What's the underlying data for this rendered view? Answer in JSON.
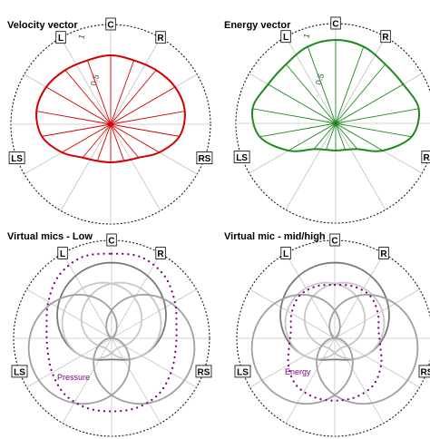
{
  "chart_data": [
    {
      "type": "polar",
      "title": "Velocity vector",
      "speakers": [
        {
          "label": "C",
          "angle_deg": 0
        },
        {
          "label": "L",
          "angle_deg": -30
        },
        {
          "label": "R",
          "angle_deg": 30
        },
        {
          "label": "LS",
          "angle_deg": -110
        },
        {
          "label": "RS",
          "angle_deg": 110
        }
      ],
      "radial_ticks": [
        0.5,
        1.0
      ],
      "rlim": [
        0,
        1.1
      ],
      "series": [
        {
          "color": "#d40000",
          "angle_deg": [
            0,
            20,
            40,
            60,
            80,
            100,
            120,
            140,
            160,
            180,
            200,
            220,
            240,
            260,
            280,
            300,
            320,
            340
          ],
          "magnitude": [
            0.76,
            0.75,
            0.78,
            0.82,
            0.83,
            0.77,
            0.62,
            0.48,
            0.43,
            0.42,
            0.43,
            0.48,
            0.62,
            0.77,
            0.83,
            0.82,
            0.78,
            0.75
          ]
        }
      ]
    },
    {
      "type": "polar",
      "title": "Energy vector",
      "speakers": [
        {
          "label": "C",
          "angle_deg": 0
        },
        {
          "label": "L",
          "angle_deg": -30
        },
        {
          "label": "R",
          "angle_deg": 30
        },
        {
          "label": "LS",
          "angle_deg": -110
        },
        {
          "label": "RS",
          "angle_deg": 110
        }
      ],
      "radial_ticks": [
        0.5,
        1.0
      ],
      "rlim": [
        0,
        1.1
      ],
      "series": [
        {
          "color": "#1e8a1e",
          "angle_deg": [
            0,
            20,
            40,
            60,
            80,
            100,
            120,
            140,
            160,
            180,
            200,
            220,
            240,
            260,
            280,
            300,
            320,
            340
          ],
          "magnitude": [
            0.92,
            0.9,
            0.85,
            0.86,
            0.93,
            0.85,
            0.6,
            0.37,
            0.31,
            0.3,
            0.31,
            0.37,
            0.6,
            0.85,
            0.93,
            0.86,
            0.85,
            0.9
          ]
        }
      ]
    },
    {
      "type": "polar",
      "title": "Virtual mics - Low",
      "speakers": [
        {
          "label": "C",
          "angle_deg": 0
        },
        {
          "label": "L",
          "angle_deg": -30
        },
        {
          "label": "R",
          "angle_deg": 30
        },
        {
          "label": "LS",
          "angle_deg": -110
        },
        {
          "label": "RS",
          "angle_deg": 110
        }
      ],
      "annotation": {
        "text": "Pressure",
        "color": "#800080"
      },
      "mic_lobes": [
        {
          "speaker": "C",
          "angle_deg": 0,
          "r_max": 0.85,
          "q": 0.64,
          "color": "#7a7a7a"
        },
        {
          "speaker": "L",
          "angle_deg": -30,
          "r_max": 0.65,
          "q": 0.6,
          "color": "#c8c8c8"
        },
        {
          "speaker": "R",
          "angle_deg": 30,
          "r_max": 0.65,
          "q": 0.6,
          "color": "#c8c8c8"
        },
        {
          "speaker": "LS",
          "angle_deg": -110,
          "r_max": 0.95,
          "q": 0.5,
          "color": "#a0a0a0"
        },
        {
          "speaker": "RS",
          "angle_deg": 110,
          "r_max": 0.95,
          "q": 0.5,
          "color": "#a0a0a0"
        }
      ],
      "dotted_series": {
        "color": "#800080",
        "angle_deg": [
          0,
          20,
          40,
          60,
          80,
          100,
          120,
          140,
          160,
          180,
          200,
          220,
          240,
          260,
          280,
          300,
          320,
          340
        ],
        "magnitude": [
          0.95,
          0.97,
          0.92,
          0.82,
          0.74,
          0.73,
          0.77,
          0.82,
          0.83,
          0.82,
          0.83,
          0.82,
          0.77,
          0.73,
          0.74,
          0.82,
          0.92,
          0.97
        ]
      }
    },
    {
      "type": "polar",
      "title": "Virtual mic - mid/high",
      "speakers": [
        {
          "label": "C",
          "angle_deg": 0
        },
        {
          "label": "L",
          "angle_deg": -30
        },
        {
          "label": "R",
          "angle_deg": 30
        },
        {
          "label": "LS",
          "angle_deg": -110
        },
        {
          "label": "RS",
          "angle_deg": 110
        }
      ],
      "annotation": {
        "text": "Energy",
        "color": "#800080"
      },
      "mic_lobes": [
        {
          "speaker": "C",
          "angle_deg": 0,
          "r_max": 0.85,
          "q": 0.64,
          "color": "#7a7a7a"
        },
        {
          "speaker": "L",
          "angle_deg": -30,
          "r_max": 0.65,
          "q": 0.6,
          "color": "#c8c8c8"
        },
        {
          "speaker": "R",
          "angle_deg": 30,
          "r_max": 0.65,
          "q": 0.6,
          "color": "#c8c8c8"
        },
        {
          "speaker": "LS",
          "angle_deg": -110,
          "r_max": 0.95,
          "q": 0.5,
          "color": "#a0a0a0"
        },
        {
          "speaker": "RS",
          "angle_deg": 110,
          "r_max": 0.95,
          "q": 0.5,
          "color": "#a0a0a0"
        }
      ],
      "dotted_series": {
        "color": "#800080",
        "angle_deg": [
          0,
          20,
          40,
          60,
          80,
          100,
          120,
          140,
          160,
          180,
          200,
          220,
          240,
          260,
          280,
          300,
          320,
          340
        ],
        "magnitude": [
          0.6,
          0.62,
          0.62,
          0.56,
          0.5,
          0.52,
          0.6,
          0.68,
          0.7,
          0.7,
          0.7,
          0.68,
          0.6,
          0.52,
          0.5,
          0.56,
          0.62,
          0.62
        ]
      }
    }
  ]
}
